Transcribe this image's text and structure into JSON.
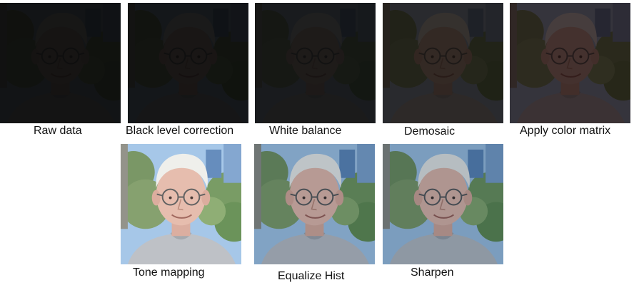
{
  "steps": [
    {
      "label": "Raw data"
    },
    {
      "label": "Black level correction"
    },
    {
      "label": "White balance"
    },
    {
      "label": "Demosaic"
    },
    {
      "label": "Apply color matrix"
    },
    {
      "label": "Tone mapping"
    },
    {
      "label": "Equalize Hist"
    },
    {
      "label": "Sharpen"
    }
  ]
}
